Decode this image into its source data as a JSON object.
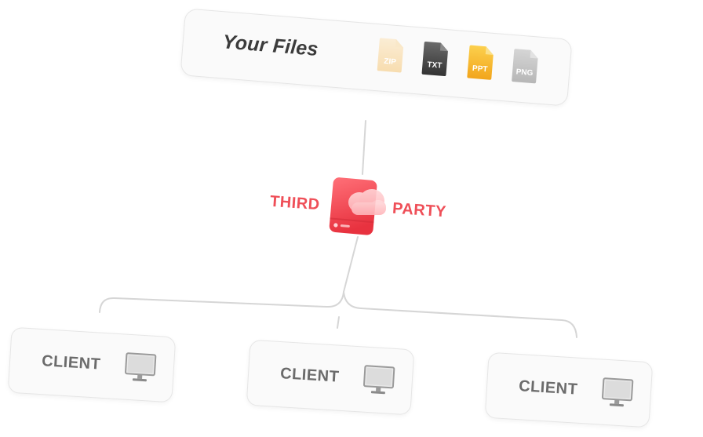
{
  "files_card": {
    "title": "Your Files",
    "files": [
      {
        "label": "ZIP",
        "color": "#f6c77c",
        "faded": true,
        "icon": "zip-file-icon"
      },
      {
        "label": "TXT",
        "color": "#4d4d4d",
        "faded": false,
        "icon": "txt-file-icon"
      },
      {
        "label": "PPT",
        "color": "#f4b31f",
        "faded": false,
        "icon": "ppt-file-icon"
      },
      {
        "label": "PNG",
        "color": "#8a8a8a",
        "faded": true,
        "icon": "png-file-icon"
      }
    ]
  },
  "hub": {
    "left_label": "THIRD",
    "right_label": "PARTY",
    "icon": "cloud-drive-icon",
    "accent_color": "#ef4f58"
  },
  "clients": [
    {
      "label": "CLIENT",
      "icon": "monitor-icon"
    },
    {
      "label": "CLIENT",
      "icon": "monitor-icon"
    },
    {
      "label": "CLIENT",
      "icon": "monitor-icon"
    }
  ],
  "colors": {
    "connector": "#d4d4d4",
    "label_gray": "#6b6b6b",
    "title_dark": "#3b3b3b"
  }
}
